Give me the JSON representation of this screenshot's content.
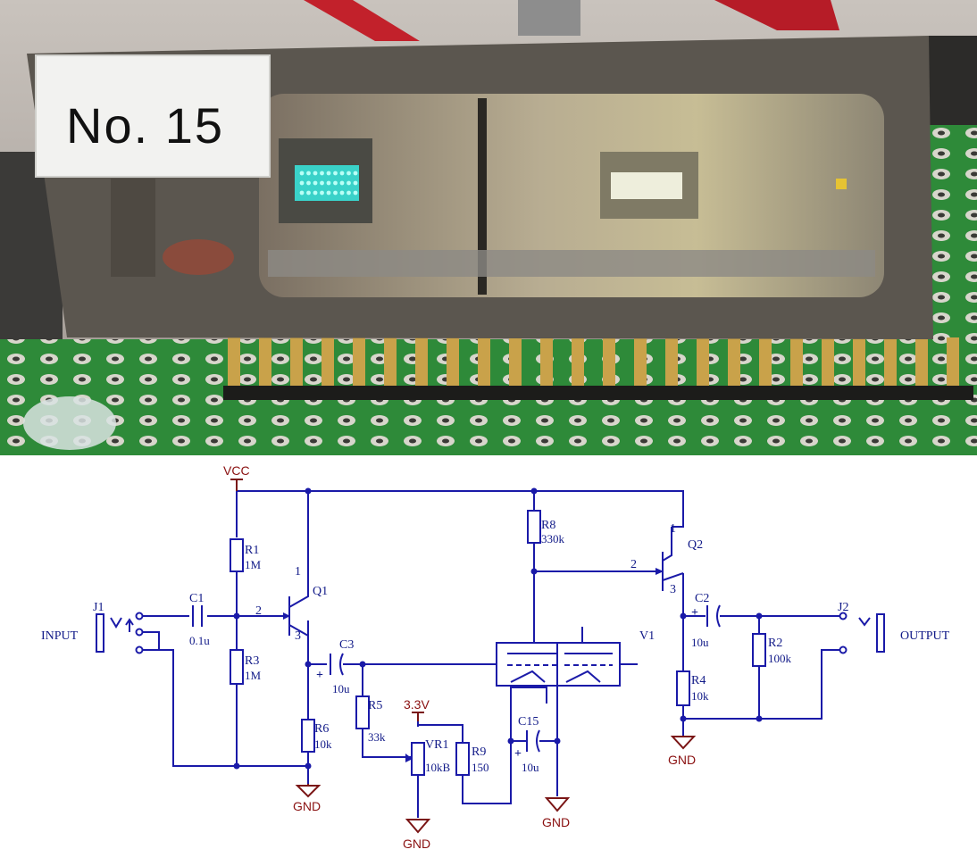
{
  "photo": {
    "tag_label": "No. 15"
  },
  "schematic": {
    "power": {
      "vcc": "VCC",
      "v33": "3.3V",
      "gnd": "GND"
    },
    "ports": {
      "input": "INPUT",
      "output": "OUTPUT",
      "j1": "J1",
      "j2": "J2"
    },
    "components": {
      "c1": {
        "ref": "C1",
        "value": "0.1u"
      },
      "r1": {
        "ref": "R1",
        "value": "1M"
      },
      "r3": {
        "ref": "R3",
        "value": "1M"
      },
      "r6": {
        "ref": "R6",
        "value": "10k"
      },
      "q1": {
        "ref": "Q1",
        "pin1": "1",
        "pin2": "2",
        "pin3": "3"
      },
      "c3": {
        "ref": "C3",
        "value": "10u",
        "polarity": "+"
      },
      "r5": {
        "ref": "R5",
        "value": "33k"
      },
      "vr1": {
        "ref": "VR1",
        "value": "10kB"
      },
      "r9": {
        "ref": "R9",
        "value": "150"
      },
      "c15": {
        "ref": "C15",
        "value": "10u",
        "polarity": "+"
      },
      "r8": {
        "ref": "R8",
        "value": "330k"
      },
      "v1": {
        "ref": "V1"
      },
      "q2": {
        "ref": "Q2",
        "pin1": "1",
        "pin2": "2",
        "pin3": "3"
      },
      "c2": {
        "ref": "C2",
        "value": "10u",
        "polarity": "+"
      },
      "r2": {
        "ref": "R2",
        "value": "100k"
      },
      "r4": {
        "ref": "R4",
        "value": "10k"
      }
    }
  },
  "colors": {
    "wire": "#1a1aa8",
    "power": "#7a1515",
    "label": "#111a88",
    "pcb_green": "#2f8f3a",
    "pins_gold": "#c9a24a",
    "tube_body": "#5a544c"
  }
}
